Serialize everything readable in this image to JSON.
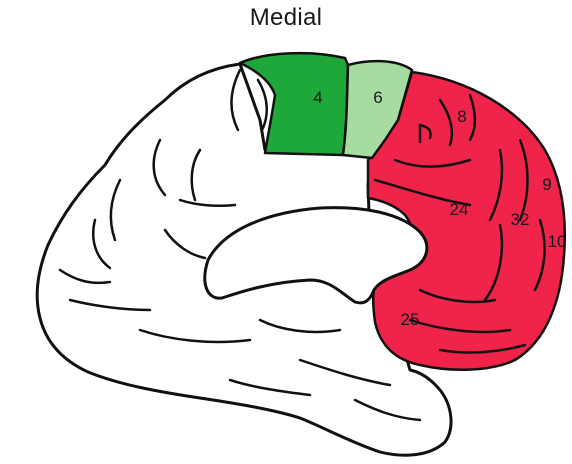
{
  "figure": {
    "title": "Medial",
    "areas": [
      {
        "id": "4",
        "label": "4",
        "color": "#1fa83a"
      },
      {
        "id": "6",
        "label": "6",
        "color": "#a6dca0"
      },
      {
        "id": "8",
        "label": "8",
        "color": "#f0234a"
      },
      {
        "id": "9",
        "label": "9",
        "color": "#f0234a"
      },
      {
        "id": "24",
        "label": "24",
        "color": "#f0234a"
      },
      {
        "id": "32",
        "label": "32",
        "color": "#f0234a"
      },
      {
        "id": "10",
        "label": "10",
        "color": "#f0234a"
      },
      {
        "id": "25",
        "label": "25",
        "color": "#f0234a"
      }
    ]
  }
}
